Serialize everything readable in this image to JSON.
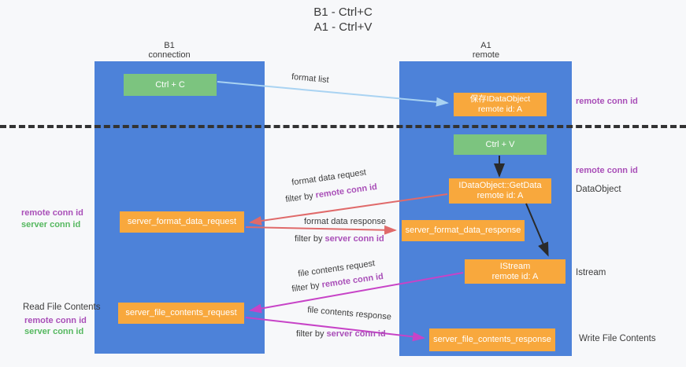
{
  "title": {
    "line1": "B1 - Ctrl+C",
    "line2": "A1 - Ctrl+V"
  },
  "columns": {
    "left": {
      "name": "B1",
      "role": "connection"
    },
    "right": {
      "name": "A1",
      "role": "remote"
    }
  },
  "boxes": {
    "ctrl_c": {
      "label": "Ctrl + C"
    },
    "ctrl_v": {
      "label": "Ctrl + V"
    },
    "save_dataobject": {
      "line1": "保存IDataObject",
      "line2": "remote id: A"
    },
    "getdata": {
      "line1": "IDataObject::GetData",
      "line2": "remote id: A"
    },
    "istream": {
      "line1": "IStream",
      "line2": "remote id: A"
    },
    "server_format_data_request": {
      "label": "server_format_data_request"
    },
    "server_format_data_response": {
      "label": "server_format_data_response"
    },
    "server_file_contents_request": {
      "label": "server_file_contents_request"
    },
    "server_file_contents_response": {
      "label": "server_file_contents_response"
    }
  },
  "arrows": {
    "format_list": "format list",
    "format_data_request": "format data request",
    "format_data_response": "format data response",
    "file_contents_request": "file contents request",
    "file_contents_response": "file contents response",
    "filter_by": "filter by ",
    "remote_conn_id": "remote conn id",
    "server_conn_id": "server conn id"
  },
  "side_labels": {
    "remote_conn_id_top": "remote conn id",
    "remote_conn_id_mid": "remote conn id",
    "dataobject": "DataObject",
    "istream": "Istream",
    "write_file_contents": "Write File Contents",
    "read_file_contents": "Read File Contents",
    "remote_conn_id_left_mid": "remote conn id",
    "server_conn_id_left_mid": "server conn id",
    "remote_conn_id_left_bottom": "remote conn id",
    "server_conn_id_left_bottom": "server conn id"
  },
  "colors": {
    "lane_blue": "#4d82d9",
    "box_green": "#7cc47f",
    "box_orange": "#f8a83d",
    "arrow_lightblue": "#a9d3f2",
    "arrow_red": "#e06a6a",
    "arrow_magenta": "#c743c7",
    "arrow_black": "#2a2a2a",
    "text_purple": "#a94fb8",
    "text_green": "#55b85f",
    "text_dark": "#3c3c3c",
    "background": "#f7f8fa"
  }
}
